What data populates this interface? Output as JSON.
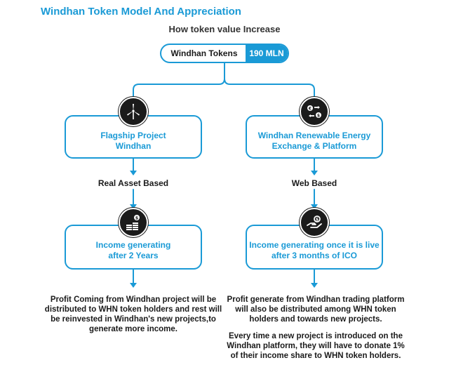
{
  "title": "Windhan Token Model And Appreciation",
  "subtitle": "How token value Increase",
  "token": {
    "label": "Windhan Tokens",
    "value": "190 MLN"
  },
  "left": {
    "project_line1": "Flagship Project",
    "project_line2": "Windhan",
    "basis": "Real Asset Based",
    "income_line1": "Income generating",
    "income_line2": "after 2 Years",
    "description": [
      "Profit Coming from Windhan project will be",
      "distributed to WHN token holders and rest will",
      "be reinvested in Windhan's new projects,to",
      "generate more income."
    ],
    "icons": [
      "wind-turbine-icon",
      "money-stack-icon"
    ]
  },
  "right": {
    "project_line1": "Windhan Renewable Energy",
    "project_line2": "Exchange & Platform",
    "basis": "Web Based",
    "income_line1": "Income generating once it is live",
    "income_line2": "after 3 months of ICO",
    "description": [
      "Profit generate from Windhan trading platform",
      "will also be distributed among WHN token",
      "holders and towards new projects."
    ],
    "description2": [
      "Every time a new project is introduced on the",
      "Windhan platform, they will have to donate 1%",
      "of their income share to WHN token holders."
    ],
    "icons": [
      "currency-exchange-icon",
      "hand-coin-icon"
    ]
  },
  "colors": {
    "accent": "#1a9ad6",
    "icon_bg": "#1b1b1b"
  }
}
